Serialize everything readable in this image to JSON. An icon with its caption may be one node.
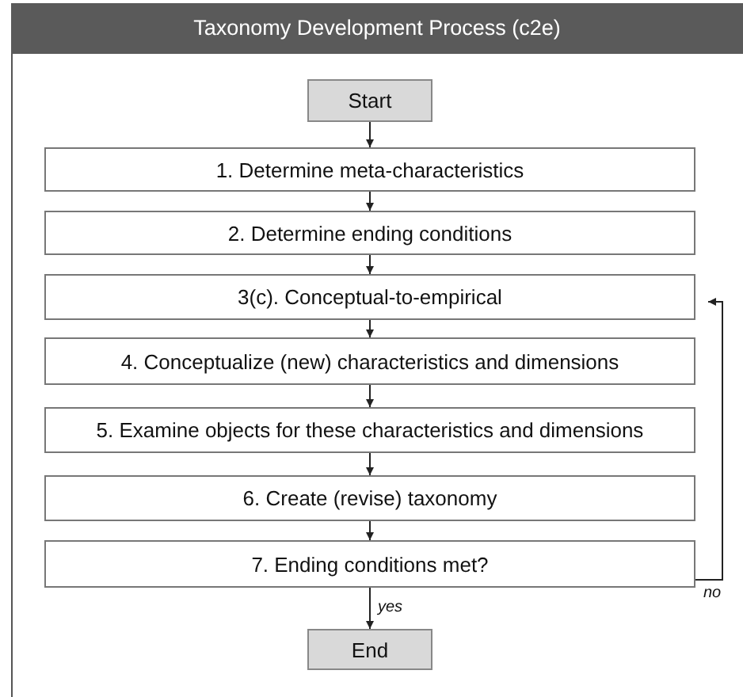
{
  "diagram": {
    "title": "Taxonomy Development Process (c2e)",
    "nodes": [
      {
        "text": [
          "Start"
        ]
      },
      {
        "text": [
          "1. Determine meta-characteristics"
        ]
      },
      {
        "text": [
          "2. Determine ending conditions"
        ]
      },
      {
        "text": [
          "3(c). Conceptual-to-empirical"
        ]
      },
      {
        "text": [
          "4. Conceptualize (new) characteristics and dimensions"
        ]
      },
      {
        "text": [
          "5. Examine objects for these characteristics and dimensions"
        ]
      },
      {
        "text": [
          "6. Create (revise) taxonomy"
        ]
      },
      {
        "text": [
          "7. Ending conditions met?"
        ]
      },
      {
        "text": [
          "End"
        ]
      }
    ],
    "edges": [
      {
        "from": 0,
        "to": 1,
        "arrow": "to"
      },
      {
        "from": 1,
        "to": 2,
        "arrow": "to"
      },
      {
        "from": 2,
        "to": 3,
        "arrow": "to"
      },
      {
        "from": 3,
        "to": 4,
        "arrow": "to"
      },
      {
        "from": 4,
        "to": 5,
        "arrow": "to"
      },
      {
        "from": 5,
        "to": 6,
        "arrow": "to"
      },
      {
        "from": 6,
        "to": 7,
        "arrow": "to"
      },
      {
        "from": 7,
        "to": 8,
        "label": "yes",
        "arrow": "to"
      },
      {
        "from": 7,
        "to": 3,
        "label": "no",
        "arrow": "to"
      }
    ]
  }
}
